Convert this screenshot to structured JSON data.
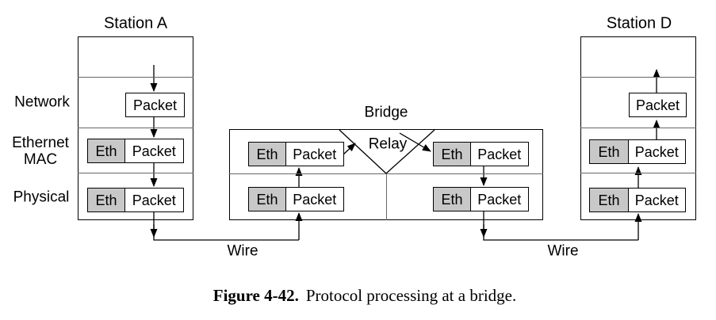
{
  "labels": {
    "eth": "Eth",
    "packet": "Packet"
  },
  "stations": {
    "a": {
      "title": "Station A"
    },
    "d": {
      "title": "Station D"
    }
  },
  "layers": {
    "network": "Network",
    "ethernet_mac_line1": "Ethernet",
    "ethernet_mac_line2": "MAC",
    "physical": "Physical"
  },
  "bridge": {
    "title": "Bridge",
    "relay": "Relay"
  },
  "wires": {
    "left": "Wire",
    "right": "Wire"
  },
  "caption": {
    "figure_label": "Figure 4-42.",
    "text": "Protocol processing at a bridge."
  },
  "colors": {
    "eth_fill": "#c8c8c8",
    "line": "#000000",
    "background": "#ffffff"
  }
}
